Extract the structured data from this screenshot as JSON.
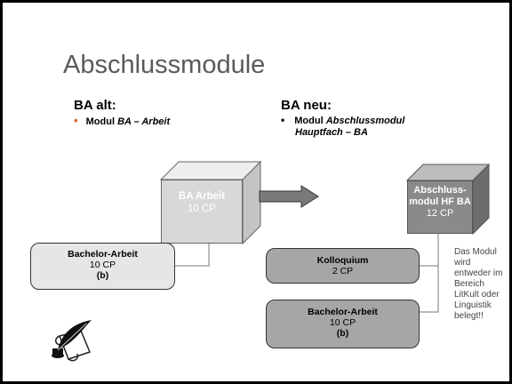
{
  "slide": {
    "title": "Abschlussmodule",
    "left": {
      "heading": "BA alt:",
      "bullet_symbol": "•",
      "bullet_prefix": "Modul ",
      "bullet_italic": "BA – Arbeit",
      "cube_line1": "BA Arbeit",
      "cube_line2": "10 CP",
      "box_title": "Bachelor-Arbeit",
      "box_cp": "10 CP",
      "box_note": "(b)"
    },
    "right": {
      "heading": "BA neu:",
      "bullet_symbol": "•",
      "bullet_prefix": "Modul ",
      "bullet_italic_line1": "Abschlussmodul",
      "bullet_italic_line2": "Hauptfach – BA",
      "cube_line1": "Abschluss-",
      "cube_line2": "modul HF BA",
      "cube_line3": "12 CP",
      "box1_title": "Kolloquium",
      "box1_cp": "2 CP",
      "box2_title": "Bachelor-Arbeit",
      "box2_cp": "10 CP",
      "box2_note": "(b)",
      "note_lines": [
        "Das Modul",
        "wird",
        "entweder im",
        "Bereich",
        "LitKult oder",
        "Linguistik",
        "belegt!!"
      ]
    },
    "colors": {
      "bullet_left": "#e06030",
      "cube_left": "#d8d8d8",
      "cube_right": "#8a8a8a",
      "arrow": "#777777"
    },
    "icon": "quill-scroll-icon"
  }
}
